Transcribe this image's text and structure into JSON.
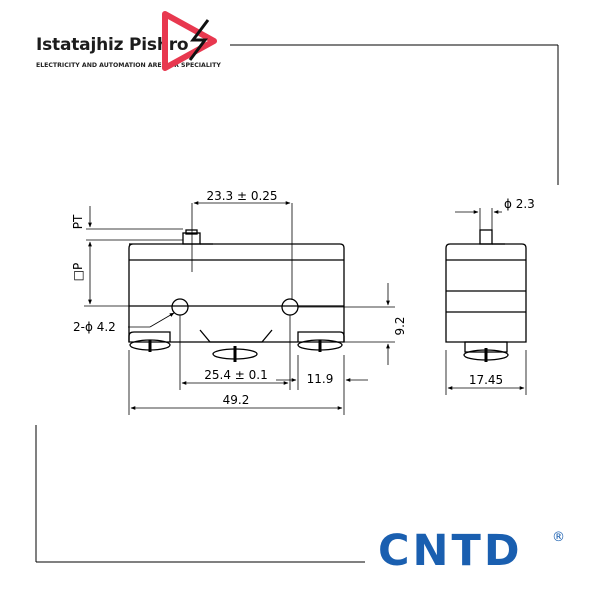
{
  "brand": {
    "name": "Istatajhiz Pishro",
    "tagline": "ELECTRICITY AND AUTOMATION ARE OUR SPECIALITY",
    "logo_icon": "play-lightning-logo-icon",
    "logo_color": "#e8384f"
  },
  "manufacturer": {
    "name": "CNTD",
    "registered_mark": "®",
    "color": "#1a5fb0"
  },
  "diagram": {
    "dimensions": {
      "actuator_position": "23.3 ± 0.25",
      "pretravel": "PT",
      "plunger_height": "□P",
      "mounting_holes": "2-ϕ 4.2",
      "hole_spacing": "25.4 ± 0.1",
      "terminal_offset": "11.9",
      "total_length": "49.2",
      "hole_height": "9.2",
      "plunger_diameter": "ϕ 2.3",
      "body_width": "17.45"
    }
  }
}
